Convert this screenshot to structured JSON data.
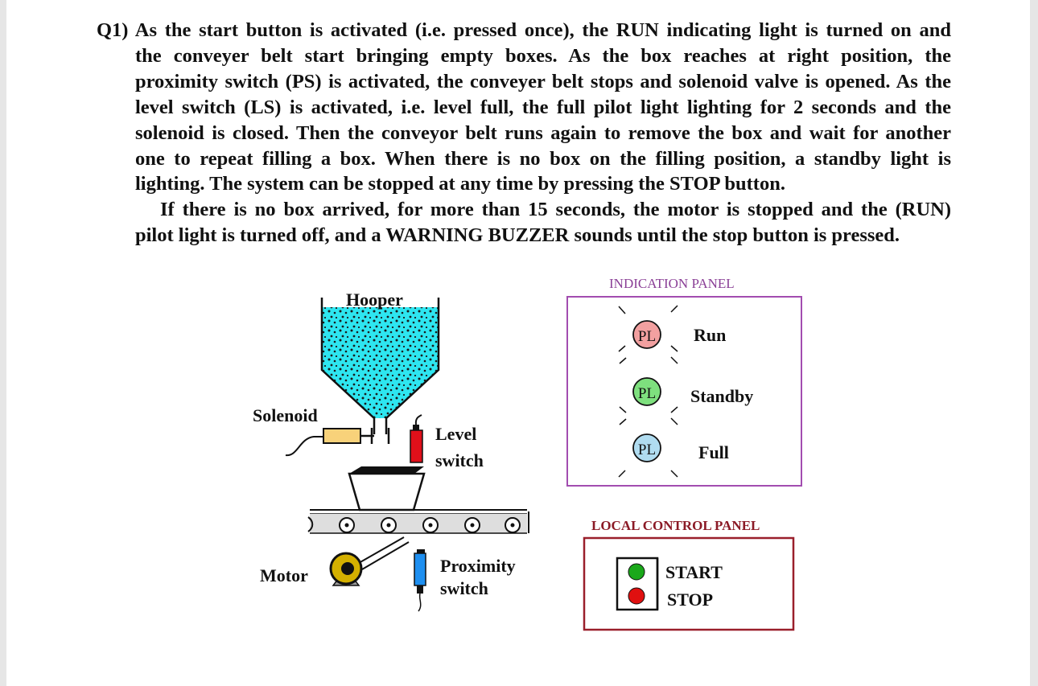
{
  "question": {
    "lines": [
      "Q1) As the start button is activated (i.e. pressed once), the RUN indicating light is turned on and",
      "the conveyer belt start bringing empty boxes. As the box reaches at right position, the",
      "proximity switch (PS) is activated, the conveyer belt stops and solenoid valve is opened. As the",
      "level switch (LS) is activated, i.e. level full, the full pilot light lighting for 2 seconds and the",
      "solenoid is closed. Then the conveyor belt runs again to remove the box and wait for another",
      "one to repeat filling a box. When there is no box on the filling position, a standby light is",
      "lighting. The system can be stopped at any time by pressing the STOP button.",
      "If there is no box arrived, for more than 15 seconds, the motor is stopped and the (RUN)",
      "pilot light is turned off, and a WARNING BUZZER sounds until the stop button is pressed."
    ]
  },
  "diagram": {
    "hopper_label": "Hooper",
    "solenoid_label": "Solenoid",
    "level_switch_label": [
      "Level",
      "switch"
    ],
    "motor_label": "Motor",
    "proximity_label": [
      "Proximity",
      "switch"
    ],
    "fill_color": "#2ee6f0",
    "level_switch_color": "#e0101a",
    "proximity_color": "#1e8ff0",
    "solenoid_color": "#f8d27a",
    "motor_color": "#d4b000"
  },
  "indication_panel": {
    "title": "INDICATION PANEL",
    "border_color": "#a24db0",
    "title_color": "#8a3f96",
    "lamp_text": "PL",
    "lamps": [
      {
        "label": "Run",
        "color": "#f2a0a0"
      },
      {
        "label": "Standby",
        "color": "#7ee07e"
      },
      {
        "label": "Full",
        "color": "#b0dcf0"
      }
    ]
  },
  "control_panel": {
    "title": "LOCAL CONTROL PANEL",
    "border_color": "#9a1f2b",
    "title_color": "#8b1a26",
    "buttons": [
      {
        "label": "START",
        "color": "#1aa81a"
      },
      {
        "label": "STOP",
        "color": "#e01010"
      }
    ]
  }
}
